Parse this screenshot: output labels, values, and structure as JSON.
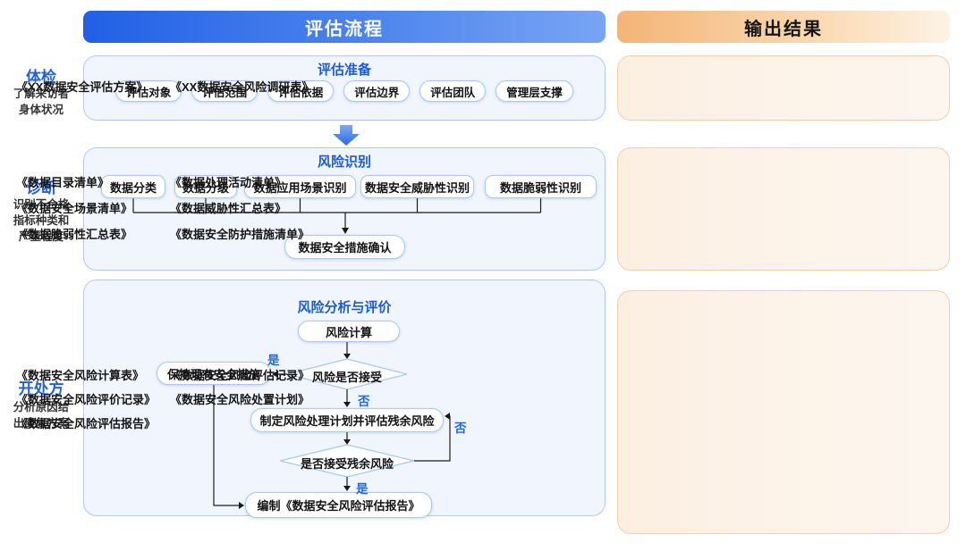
{
  "header": {
    "flow_title": "评估流程",
    "output_title": "输出结果"
  },
  "left_labels": [
    {
      "title": "体检",
      "desc": "了解来访者\n身体状况"
    },
    {
      "title": "诊断",
      "desc": "识别不合格\n指标种类和\n严重程度"
    },
    {
      "title": "开处方",
      "desc": "分析原因给\n出康复方案"
    }
  ],
  "section1": {
    "title": "评估准备",
    "pills": [
      "评估对象",
      "评估范围",
      "评估依据",
      "评估边界",
      "评估团队",
      "管理层支撑"
    ]
  },
  "section2": {
    "title": "风险识别",
    "pills": [
      "数据分类",
      "数据分级",
      "数据应用场景识别",
      "数据安全威胁性识别",
      "数据脆弱性识别"
    ],
    "confirm": "数据安全措施确认"
  },
  "section3": {
    "title": "风险分析与评价",
    "risk_calc": "风险计算",
    "decision1": "风险是否接受",
    "keep": "保持现有安全措施",
    "plan": "制定风险处理计划并评估残余风险",
    "decision2": "是否接受残余风险",
    "report": "编制《数据安全风险评估报告》",
    "yes1": "是",
    "no1": "否",
    "yes2": "是",
    "no2": "否"
  },
  "outputs": {
    "box1": [
      "《XX数据安全评估方案》",
      "《XX数据安全风险调研表》"
    ],
    "box2": [
      "《数据目录清单》",
      "《数据处理活动清单》",
      "《数据安全场景清单》",
      "《数据威胁性汇总表》",
      "《数据脆弱性汇总表》",
      "《数据安全防护措施清单》"
    ],
    "box3": [
      "《数据安全风险计算表》",
      "《数据安全风险评估记录》",
      "《数据安全风险评价记录》",
      "《数据安全风险处置计划》",
      "《数据安全风险评估报告》"
    ]
  },
  "colors": {
    "flow_banner_start": "#2160e6",
    "flow_banner_end": "#78a4f4",
    "output_banner_start": "#f4b477",
    "output_banner_end": "#fdf3e5",
    "section_bg": "#f1f6fe",
    "section_border": "#aecaf2",
    "output_bg": "#fdf2e7",
    "output_border": "#f2cfae",
    "accent_blue": "#1b5bd6",
    "yes_no_blue": "#2166e8",
    "line": "#1a1a1a"
  }
}
